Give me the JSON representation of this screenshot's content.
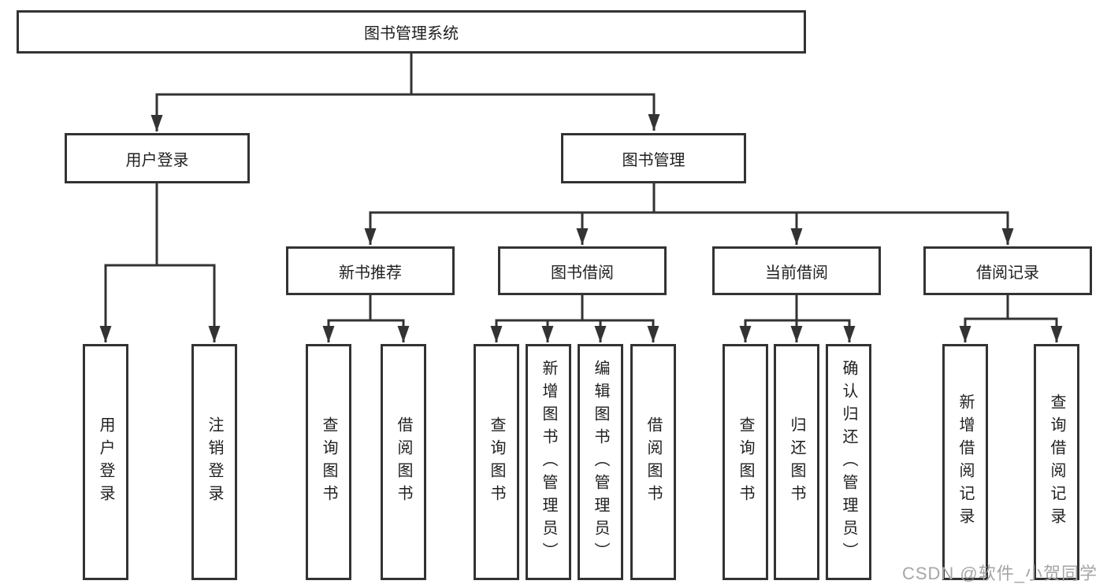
{
  "title": "图书管理系统",
  "watermark": "CSDN @软件_小贺同学",
  "colors": {
    "line": "#333333",
    "box_border": "#333333",
    "box_fill": "#ffffff",
    "text": "#1f1f1f",
    "watermark": "#a6a6a6"
  },
  "nodes": {
    "root": {
      "label": "图书管理系统"
    },
    "level2": [
      {
        "label": "用户登录"
      },
      {
        "label": "图书管理"
      }
    ],
    "level3": [
      {
        "label": "新书推荐",
        "parent": "图书管理"
      },
      {
        "label": "图书借阅",
        "parent": "图书管理"
      },
      {
        "label": "当前借阅",
        "parent": "图书管理"
      },
      {
        "label": "借阅记录",
        "parent": "图书管理"
      }
    ],
    "leaves": [
      {
        "label": "用户登录",
        "parent": "用户登录"
      },
      {
        "label": "注销登录",
        "parent": "用户登录"
      },
      {
        "label": "查询图书",
        "parent": "新书推荐"
      },
      {
        "label": "借阅图书",
        "parent": "新书推荐"
      },
      {
        "label": "查询图书",
        "parent": "图书借阅"
      },
      {
        "label": "新增图书（管理员）",
        "parent": "图书借阅"
      },
      {
        "label": "编辑图书（管理员）",
        "parent": "图书借阅"
      },
      {
        "label": "借阅图书",
        "parent": "图书借阅"
      },
      {
        "label": "查询图书",
        "parent": "当前借阅"
      },
      {
        "label": "归还图书",
        "parent": "当前借阅"
      },
      {
        "label": "确认归还（管理员）",
        "parent": "当前借阅"
      },
      {
        "label": "新增借阅记录",
        "parent": "借阅记录"
      },
      {
        "label": "查询借阅记录",
        "parent": "借阅记录"
      }
    ]
  }
}
